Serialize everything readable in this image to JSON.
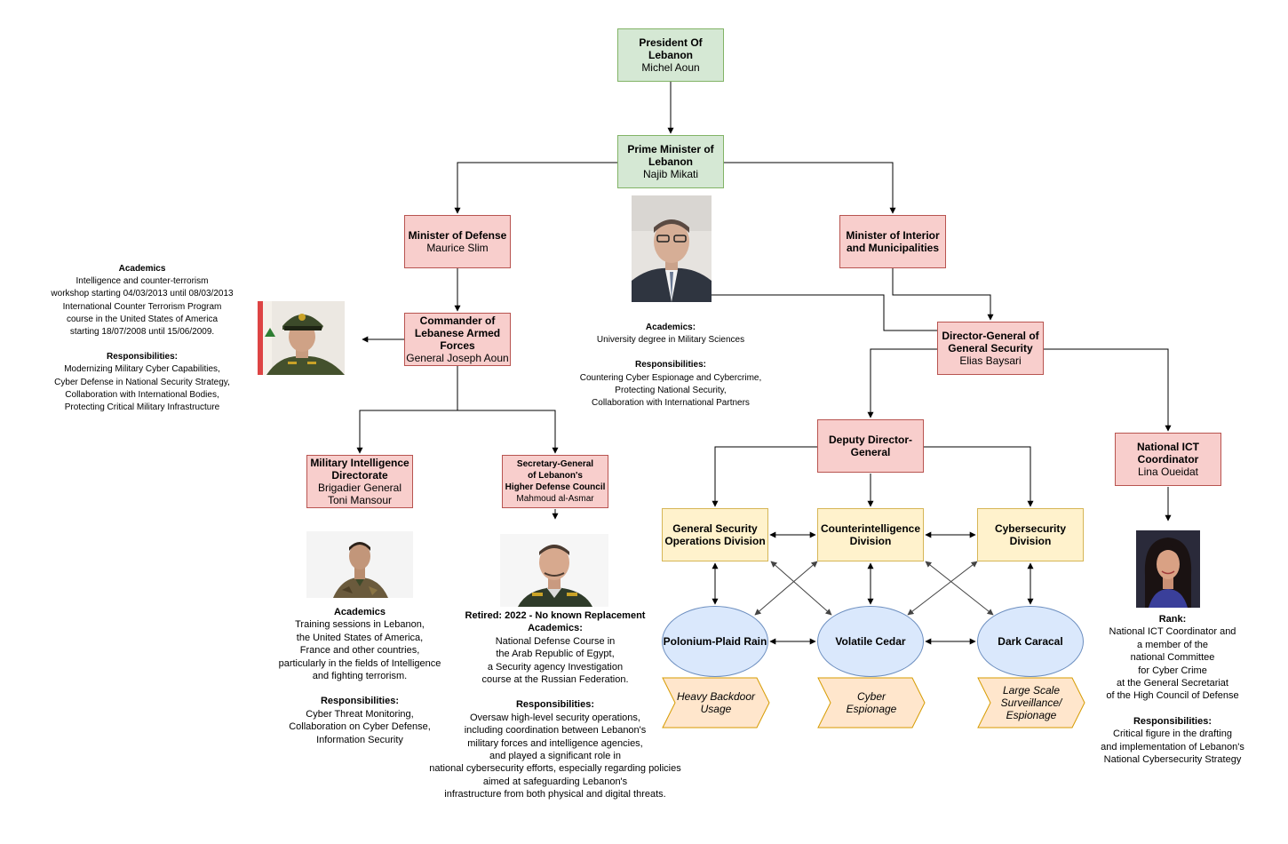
{
  "nodes": {
    "president": {
      "title": "President Of Lebanon",
      "name": "Michel Aoun"
    },
    "prime_minister": {
      "title": "Prime Minister of Lebanon",
      "name": "Najib Mikati"
    },
    "defense_minister": {
      "title": "Minister of Defense",
      "name": "Maurice Slim"
    },
    "interior_minister": {
      "title": "Minister of Interior and Municipalities"
    },
    "commander": {
      "title": "Commander of Lebanese Armed Forces",
      "name": "General Joseph Aoun"
    },
    "dg_security": {
      "title": "Director-General of General Security",
      "name": "Elias Baysari"
    },
    "military_intel": {
      "title": "Military Intelligence Directorate",
      "name_line1": "Brigadier General",
      "name_line2": "Toni Mansour"
    },
    "secretary_general": {
      "title_line1": "Secretary-General",
      "title_line2": "of Lebanon's",
      "title_line3": "Higher Defense Council",
      "name": "Mahmoud al-Asmar"
    },
    "deputy_dg": {
      "title": "Deputy Director-General"
    },
    "ict_coordinator": {
      "title": "National ICT Coordinator",
      "name": "Lina Oueidat"
    },
    "gen_sec_ops": {
      "title": "General Security Operations Division"
    },
    "counterintel": {
      "title": "Counterintelligence Division"
    },
    "cybersec": {
      "title": "Cybersecurity Division"
    }
  },
  "threat_groups": [
    "Polonium-Plaid Rain",
    "Volatile Cedar",
    "Dark Caracal"
  ],
  "activities": {
    "a1": {
      "line1": "Heavy Backdoor",
      "line2": "Usage"
    },
    "a2": {
      "line1": "Cyber",
      "line2": "Espionage"
    },
    "a3": {
      "line1": "Large Scale",
      "line2": "Surveillance/",
      "line3": "Espionage"
    }
  },
  "notes": {
    "commander": {
      "heading1": "Academics",
      "lines1": [
        "Intelligence and counter-terrorism",
        "workshop starting 04/03/2013 until 08/03/2013",
        "International Counter Terrorism Program",
        "course in the United States of America",
        "starting 18/07/2008 until 15/06/2009."
      ],
      "heading2": "Responsibilities:",
      "lines2": [
        "Modernizing Military Cyber Capabilities,",
        "Cyber Defense in National Security Strategy,",
        "Collaboration with International Bodies,",
        "Protecting Critical Military Infrastructure"
      ]
    },
    "dg_security": {
      "heading1": "Academics:",
      "lines1": [
        "University degree in Military Sciences"
      ],
      "heading2": "Responsibilities:",
      "lines2": [
        "Countering Cyber Espionage and Cybercrime,",
        "Protecting National Security,",
        "Collaboration with International Partners"
      ]
    },
    "military_intel": {
      "heading1": "Academics",
      "lines1": [
        "Training sessions in Lebanon,",
        "the United States of America,",
        "France and other countries,",
        "particularly in the fields of Intelligence",
        "and fighting terrorism."
      ],
      "heading2": "Responsibilities:",
      "lines2": [
        "Cyber Threat Monitoring,",
        "Collaboration on Cyber Defense,",
        "Information Security"
      ]
    },
    "secretary_general": {
      "retired": "Retired: 2022 - No known Replacement",
      "heading1": "Academics:",
      "lines1": [
        "National Defense Course in",
        "the Arab Republic of Egypt,",
        "a Security agency Investigation",
        "course at the Russian Federation."
      ],
      "heading2": "Responsibilities:",
      "lines2": [
        "Oversaw high-level security operations,",
        "including coordination between Lebanon's",
        "military forces and intelligence agencies,",
        "and played a significant role in",
        "national cybersecurity efforts, especially regarding policies",
        "aimed at safeguarding Lebanon's",
        "infrastructure from both physical and digital threats."
      ]
    },
    "ict_coordinator": {
      "heading1": "Rank:",
      "lines1": [
        "National ICT Coordinator and",
        "a member of the",
        "national Committee",
        "for Cyber Crime",
        "at the General Secretariat",
        "of the High Council of Defense"
      ],
      "heading2": "Responsibilities:",
      "lines2": [
        "Critical figure in the drafting",
        "and implementation of Lebanon's",
        "National Cybersecurity Strategy"
      ]
    }
  },
  "colors": {
    "green_fill": "#d5e8d4",
    "green_stroke": "#82b366",
    "red_fill": "#f8cecc",
    "red_stroke": "#b85450",
    "yellow_fill": "#fff2cc",
    "yellow_stroke": "#d6b656",
    "blue_fill": "#dae8fc",
    "blue_stroke": "#6c8ebf",
    "orange_fill": "#ffe6cc",
    "orange_stroke": "#d79b00",
    "connector": "#000000",
    "cross_connector": "#555555"
  }
}
